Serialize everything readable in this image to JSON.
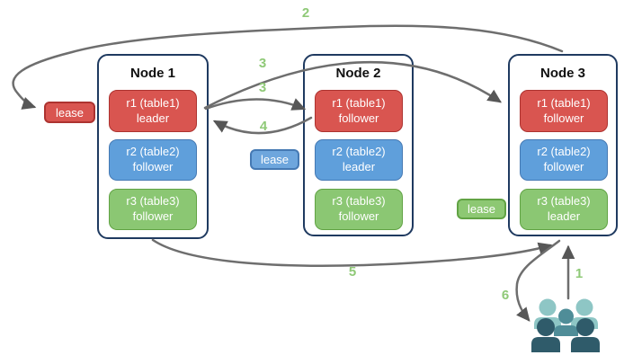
{
  "diagram_title": "range replicas and leaseholders across nodes",
  "colors": {
    "node_border": "#1f3a60",
    "replica_red": "#d95550",
    "replica_blue": "#5f9fdb",
    "replica_green": "#8bc773",
    "arrow_gray": "#6e6e6e",
    "step_number_green": "#8fc977",
    "users_light_teal": "#8ec6c5",
    "users_mid_teal": "#4f8d98",
    "users_dark_teal": "#2f5b6a"
  },
  "nodes": [
    {
      "title": "Node 1",
      "replicas": [
        {
          "name": "r1 (table1)",
          "role": "leader"
        },
        {
          "name": "r2 (table2)",
          "role": "follower"
        },
        {
          "name": "r3 (table3)",
          "role": "follower"
        }
      ]
    },
    {
      "title": "Node 2",
      "replicas": [
        {
          "name": "r1 (table1)",
          "role": "follower"
        },
        {
          "name": "r2 (table2)",
          "role": "leader"
        },
        {
          "name": "r3 (table3)",
          "role": "follower"
        }
      ]
    },
    {
      "title": "Node 3",
      "replicas": [
        {
          "name": "r1 (table1)",
          "role": "follower"
        },
        {
          "name": "r2 (table2)",
          "role": "follower"
        },
        {
          "name": "r3 (table3)",
          "role": "leader"
        }
      ]
    }
  ],
  "leases": [
    {
      "label": "lease"
    },
    {
      "label": "lease"
    },
    {
      "label": "lease"
    }
  ],
  "steps": {
    "s1": "1",
    "s2": "2",
    "s3a": "3",
    "s3b": "3",
    "s4": "4",
    "s5": "5",
    "s6": "6"
  }
}
